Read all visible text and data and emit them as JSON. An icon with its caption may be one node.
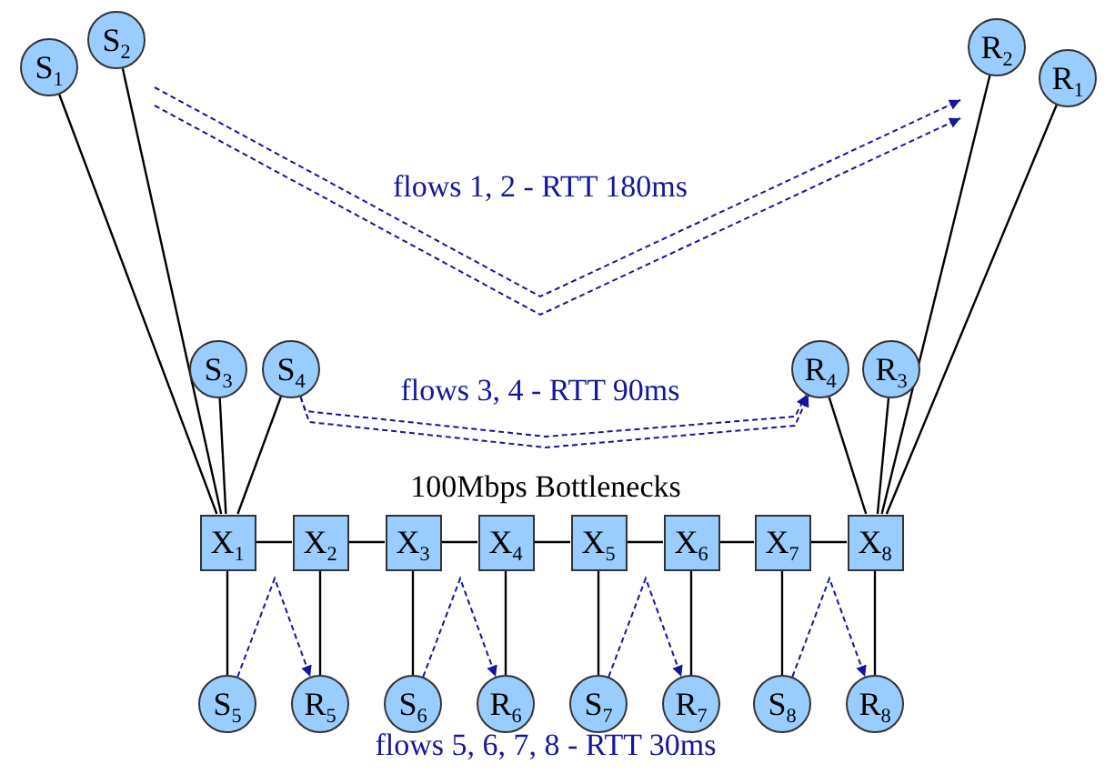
{
  "diagram": {
    "nodes": [
      {
        "text": [
          "S$_{1}$"
        ]
      },
      {
        "text": [
          "S$_{2}$"
        ]
      },
      {
        "text": [
          "S$_{3}$"
        ]
      },
      {
        "text": [
          "S$_{4}$"
        ]
      },
      {
        "text": [
          "R$_{4}$"
        ]
      },
      {
        "text": [
          "R$_{3}$"
        ]
      },
      {
        "text": [
          "R$_{2}$"
        ]
      },
      {
        "text": [
          "R$_{1}$"
        ]
      },
      {
        "text": [
          "X$_{1}$"
        ]
      },
      {
        "text": [
          "X$_{2}$"
        ]
      },
      {
        "text": [
          "X$_{3}$"
        ]
      },
      {
        "text": [
          "X$_{4}$"
        ]
      },
      {
        "text": [
          "X$_{5}$"
        ]
      },
      {
        "text": [
          "X$_{6}$"
        ]
      },
      {
        "text": [
          "X$_{7}$"
        ]
      },
      {
        "text": [
          "X$_{8}$"
        ]
      },
      {
        "text": [
          "S$_{5}$"
        ]
      },
      {
        "text": [
          "R$_{5}$"
        ]
      },
      {
        "text": [
          "S$_{6}$"
        ]
      },
      {
        "text": [
          "R$_{6}$"
        ]
      },
      {
        "text": [
          "S$_{7}$"
        ]
      },
      {
        "text": [
          "R$_{7}$"
        ]
      },
      {
        "text": [
          "S$_{8}$"
        ]
      },
      {
        "text": [
          "R$_{8}$"
        ]
      }
    ],
    "edges": [
      {
        "from": 0,
        "to": 8,
        "arrow": "none"
      },
      {
        "from": 1,
        "to": 8,
        "arrow": "none"
      },
      {
        "from": 2,
        "to": 8,
        "arrow": "none"
      },
      {
        "from": 3,
        "to": 8,
        "arrow": "none"
      },
      {
        "from": 8,
        "to": 9,
        "arrow": "none"
      },
      {
        "from": 9,
        "to": 10,
        "arrow": "none"
      },
      {
        "from": 10,
        "to": 11,
        "arrow": "none"
      },
      {
        "from": 11,
        "to": 12,
        "arrow": "none"
      },
      {
        "from": 12,
        "to": 13,
        "arrow": "none"
      },
      {
        "from": 13,
        "to": 14,
        "arrow": "none"
      },
      {
        "from": 14,
        "to": 15,
        "arrow": "none"
      },
      {
        "from": 15,
        "to": 4,
        "arrow": "none"
      },
      {
        "from": 15,
        "to": 5,
        "arrow": "none"
      },
      {
        "from": 15,
        "to": 6,
        "arrow": "none"
      },
      {
        "from": 15,
        "to": 7,
        "arrow": "none"
      },
      {
        "from": 8,
        "to": 16,
        "arrow": "none"
      },
      {
        "from": 9,
        "to": 17,
        "arrow": "none"
      },
      {
        "from": 10,
        "to": 18,
        "arrow": "none"
      },
      {
        "from": 11,
        "to": 19,
        "arrow": "none"
      },
      {
        "from": 12,
        "to": 20,
        "arrow": "none"
      },
      {
        "from": 13,
        "to": 21,
        "arrow": "none"
      },
      {
        "from": 14,
        "to": 22,
        "arrow": "none"
      },
      {
        "from": 15,
        "to": 23,
        "arrow": "none"
      },
      {
        "from": 3,
        "to": 4,
        "arrow": "to",
        "style": "dashed",
        "color": "#1515a0"
      },
      {
        "from": 3,
        "to": 4,
        "arrow": "to",
        "style": "dashed",
        "color": "#1515a0"
      },
      {
        "from": 16,
        "to": 17,
        "arrow": "to",
        "style": "dashed",
        "color": "#1515a0"
      },
      {
        "from": 18,
        "to": 19,
        "arrow": "to",
        "style": "dashed",
        "color": "#1515a0"
      },
      {
        "from": 20,
        "to": 21,
        "arrow": "to",
        "style": "dashed",
        "color": "#1515a0"
      },
      {
        "from": 22,
        "to": 23,
        "arrow": "to",
        "style": "dashed",
        "color": "#1515a0"
      }
    ],
    "labels": [
      "flows 1, 2 - RTT 180ms",
      "flows 3, 4 - RTT 90ms",
      "100Mbps Bottlenecks",
      "flows 5, 6, 7, 8 - RTT 30ms"
    ]
  }
}
